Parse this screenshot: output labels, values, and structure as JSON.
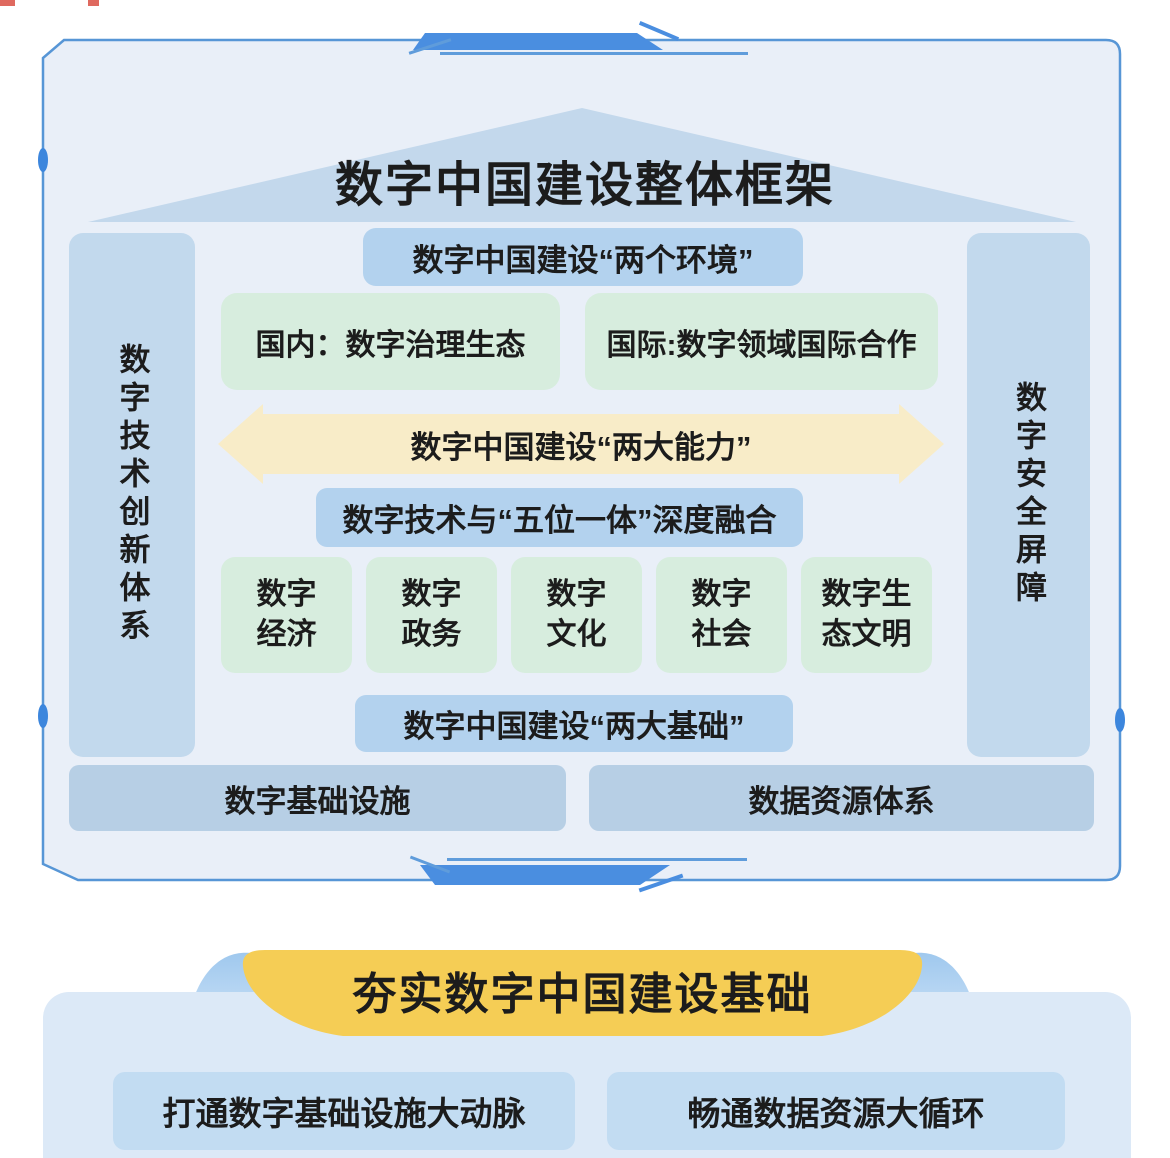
{
  "palette": {
    "frame_bg": "#e9eff8",
    "frame_border": "#5796d6",
    "deco_blue": "#4a8ee0",
    "roof_and_pillars": "#c3d8ec",
    "blue_box": "#b3d2ee",
    "grey_blue_box": "#b7cfe5",
    "green_box": "#d7edde",
    "arrow_yellow": "#f8ecc8",
    "banner_yellow": "#f5cd55",
    "bottom_panel_bg": "#dce9f7",
    "bottom_box": "#c2dcf2",
    "text": "#1c1c1c"
  },
  "frame": {
    "title": "数字中国建设整体框架",
    "left_pillar": "数字技术创新体系",
    "right_pillar": "数字安全屏障",
    "environments_header": "数字中国建设“两个环境”",
    "environment_domestic": "国内：数字治理生态",
    "environment_international": "国际:数字领域国际合作",
    "capabilities_arrow": "数字中国建设“两大能力”",
    "fusion_bar": "数字技术与“五位一体”深度融合",
    "areas": [
      {
        "line1": "数字",
        "line2": "经济"
      },
      {
        "line1": "数字",
        "line2": "政务"
      },
      {
        "line1": "数字",
        "line2": "文化"
      },
      {
        "line1": "数字",
        "line2": "社会"
      },
      {
        "line1": "数字生",
        "line2": "态文明"
      }
    ],
    "foundations_header": "数字中国建设“两大基础”",
    "foundation_left": "数字基础设施",
    "foundation_right": "数据资源体系"
  },
  "bottom": {
    "banner": "夯实数字中国建设基础",
    "item_left": "打通数字基础设施大动脉",
    "item_right": "畅通数据资源大循环"
  }
}
